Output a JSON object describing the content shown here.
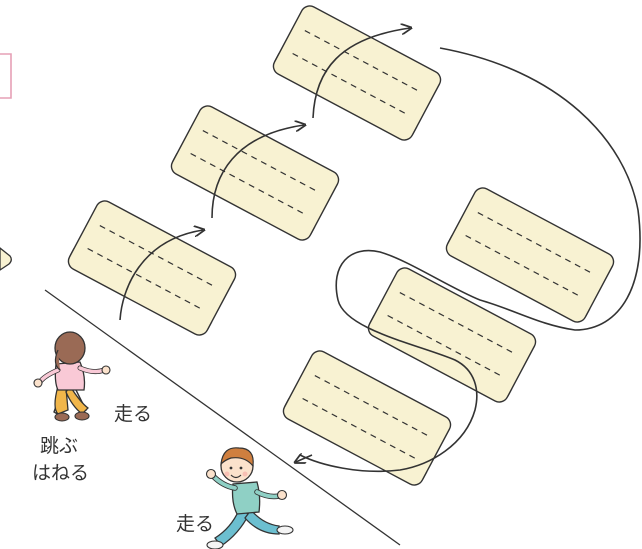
{
  "labels": {
    "run_girl": "走る",
    "jump_line1": "跳ぶ",
    "jump_line2": "はねる",
    "run_boy": "走る"
  },
  "colors": {
    "mat_top": "#f8f2d2",
    "mat_side": "#e9dfb2",
    "outline": "#333333",
    "girl_hair": "#9a6a55",
    "girl_shirt": "#f9c9d6",
    "girl_pants": "#f1b64a",
    "boy_hair": "#cf7f3f",
    "boy_shirt": "#8fd0c5",
    "boy_pants": "#6cbfd0",
    "skin": "#fbe2cc",
    "pink_frame": "#e6a0b6"
  },
  "icons": {
    "girl": "running-girl-icon",
    "boy": "running-boy-icon"
  }
}
